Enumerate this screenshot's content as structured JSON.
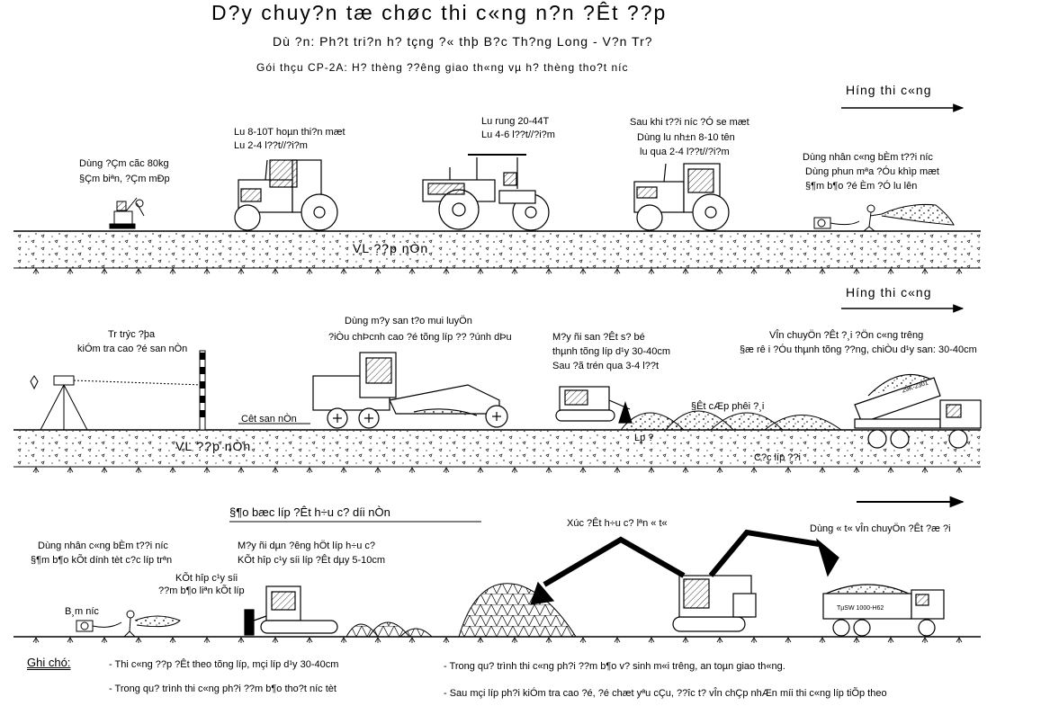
{
  "title": "D?y chuy?n tæ chøc thi c«ng n?n ?Êt ??p",
  "project": "Dù ?n: Ph?t tri?n h? tçng ?« thþ B?c Th?ng Long - V?n Tr?",
  "package": "Gói thçu CP-2A: H? thèng ??êng giao th«ng vµ h? thèng tho?t níc",
  "sections": {
    "s1": {
      "direction": "Híng thi c«ng",
      "compactor_label": [
        "Dùng ?Çm cãc  80kg",
        "§Çm biªn, ?Çm mÐp"
      ],
      "roller1_label": [
        "Lu 8-10T hoµn thi?n mæt",
        "Lu 2-4 l??t//?i?m"
      ],
      "roller2_label": [
        "Lu rung 20-44T",
        "Lu 4-6 l??t//?i?m"
      ],
      "roller3_label": [
        "Sau khi t??i níc ?Ó se mæt",
        "Dùng lu nh±n 8-10 tên",
        "lu qua 2-4 l??t//?i?m"
      ],
      "water_label": [
        "Dùng nhân c«ng bÈm t??i  níc",
        "Dùng phun mªa ?Óu khìp mæt",
        "§¶m b¶o ?é Èm ?Ó lu lên"
      ],
      "ground_label": "VL ??p nÒn"
    },
    "s2": {
      "direction": "Híng thi c«ng",
      "survey_label": [
        "Tr­ trýc ?þa",
        "kiÓm tra cao ?é san nÒn"
      ],
      "grader_label": [
        "Dùng m?y san t?o mui luyÖn",
        "?iÒu chÞcnh cao ?é tõng líp ?? ?únh dÞu"
      ],
      "dozer_label": [
        "M?y ñi san ?Êt s? bé",
        "thµnh tõng líp d¹y 30-40cm",
        "Sau ?ã trén qua 3-4 l??t"
      ],
      "truck_label": [
        "VÎn chuyÖn ?Êt ?¸i ?Ön c«ng trêng",
        "§æ rê i ?Óu thµnh tõng ??ng, chiÒu d¹y san: 30-40cm"
      ],
      "grade_marker": "Cêt san nÒn",
      "piles_label": "§Êt cÆp phêi ?¸i",
      "layers_label": "C?c líp ??i",
      "layers_prefix": "Lp ?",
      "ground_label": "VL ??p nÒn",
      "truck_plate": "29K-2301"
    },
    "s3": {
      "heading": "§¶o bæc líp ?Êt h÷u c? díi nÒn",
      "water_label": [
        "Dùng nhân c«ng bÈm t??i  níc",
        "§¶m b¶o kÕt dính tèt c?c líp trªn"
      ],
      "pump_label": "B¸m níc",
      "compact_label": [
        "KÕt hîp c¹y síi",
        "??m b¶o liªn kÕt líp"
      ],
      "dozer_label": [
        "M?y ñi dµn ?êng hÖt líp h÷u c?",
        "KÕt hîp c¹y síi líp ?Êt dµy 5-10cm"
      ],
      "excavator_label": "Xúc ?Êt h÷u c? lªn « t«",
      "truck_label": "Dùng « t« vÎn chuyÖn ?Êt ?æ ?i",
      "truck_plate": "TµSW  1000-H62"
    }
  },
  "notes": {
    "label": "Ghi chó:",
    "items": [
      "- Thi c«ng ??p ?Êt theo tõng líp, mçi líp d¹y 30-40cm",
      "- Trong qu? trình thi c«ng ph?i ??m b¶o tho?t níc tèt",
      "- Trong qu? trình thi c«ng ph?i ??m b¶o v? sinh m«i trêng, an toµn giao th«ng.",
      "- Sau mçi líp ph?i kiÓm tra cao ?é, ?é chæt yªu cÇu, ??îc t? vÎn chÇp nhÆn míi thi c«ng líp tiÕp theo"
    ]
  }
}
